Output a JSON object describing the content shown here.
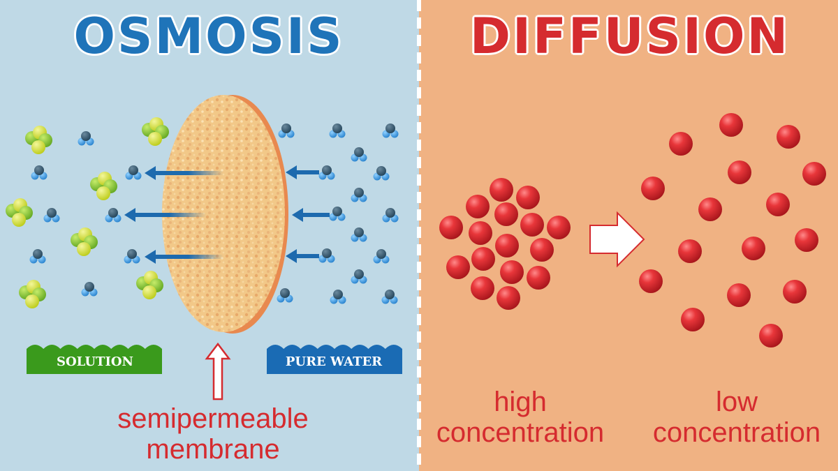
{
  "osmosis": {
    "title": "OSMOSIS",
    "solution_label": "SOLUTION",
    "pure_water_label": "PURE WATER",
    "membrane_label_line1": "semipermeable",
    "membrane_label_line2": "membrane"
  },
  "diffusion": {
    "title": "DIFFUSION",
    "high_line1": "high",
    "high_line2": "concentration",
    "low_line1": "low",
    "low_line2": "concentration"
  },
  "colors": {
    "osmosis_bg": "#bfd9e6",
    "diffusion_bg": "#f0b283",
    "osmosis_title": "#1f74b9",
    "diffusion_title": "#d52b2f",
    "solution_green": "#3a9a1c",
    "water_blue": "#1a6bb4",
    "arrow_blue": "#1d6aae",
    "particle_red": "#d7262b"
  }
}
